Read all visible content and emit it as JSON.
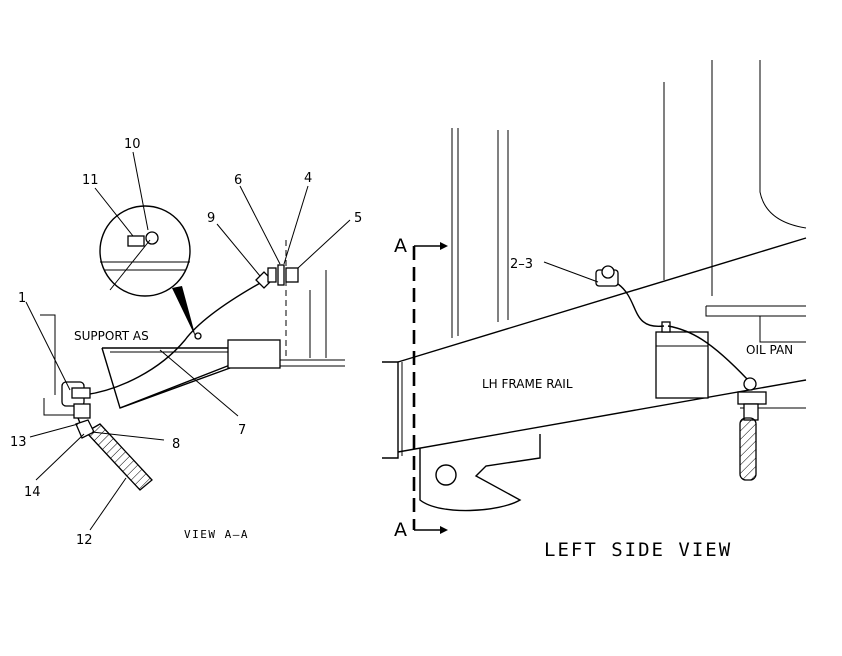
{
  "callouts": {
    "c1": "1",
    "c2_3": "2–3",
    "c4": "4",
    "c5": "5",
    "c6": "6",
    "c7": "7",
    "c8": "8",
    "c9": "9",
    "c10": "10",
    "c11": "11",
    "c12": "12",
    "c13": "13",
    "c14": "14"
  },
  "labels": {
    "support": "SUPPORT AS",
    "frame_rail": "LH FRAME RAIL",
    "oil_pan": "OIL PAN",
    "section_top": "A",
    "section_bottom": "A"
  },
  "titles": {
    "view_aa": "VIEW A–A",
    "left_side": "LEFT SIDE VIEW"
  }
}
